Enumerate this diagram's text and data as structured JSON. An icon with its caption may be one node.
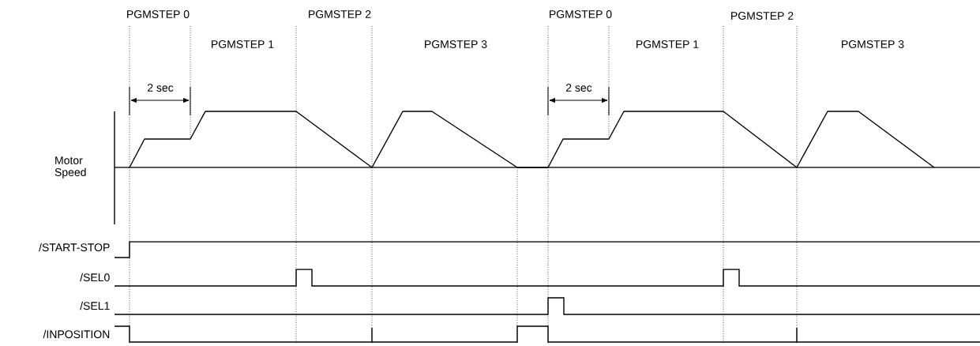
{
  "diagram": {
    "labels": [
      "PGMSTEP 0",
      "PGMSTEP 2",
      "PGMSTEP 0",
      "PGMSTEP 2",
      "PGMSTEP 1",
      "PGMSTEP 3",
      "PGMSTEP 1",
      "PGMSTEP 3",
      "2 sec",
      "2 sec",
      "Motor Speed",
      "/START-STOP",
      "/SEL0",
      "/SEL1",
      "/INPOSITION"
    ]
  }
}
